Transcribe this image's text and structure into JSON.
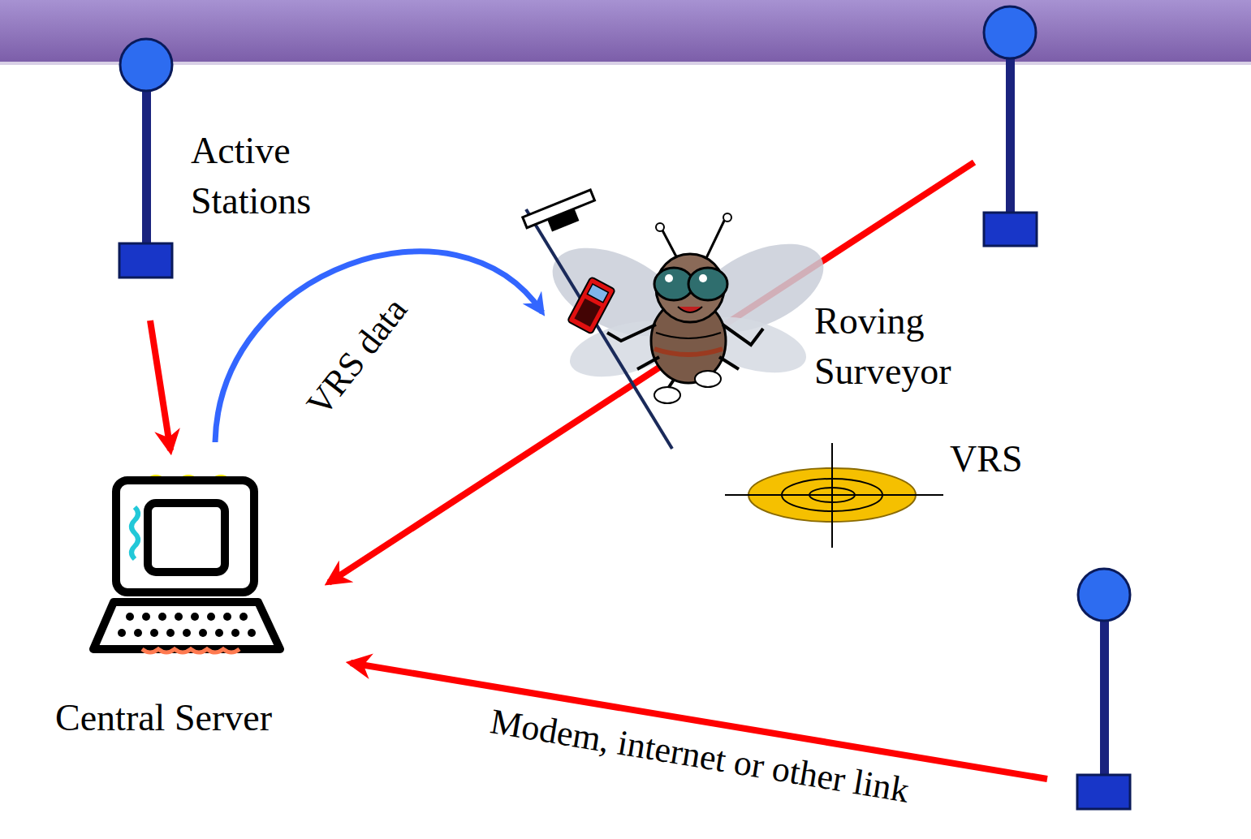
{
  "diagram": {
    "nodes": [
      {
        "text": [
          "Active Stations"
        ]
      },
      {
        "text": [
          "Roving Surveyor"
        ]
      },
      {
        "text": [
          "VRS"
        ]
      },
      {
        "text": [
          "Central Server"
        ]
      }
    ],
    "edges": [
      {
        "from": 0,
        "to": 3,
        "arrow": "to"
      },
      {
        "from": 3,
        "to": 1,
        "label": "VRS data",
        "arrow": "to"
      }
    ],
    "labels": [
      "Modem, internet or other link"
    ]
  }
}
